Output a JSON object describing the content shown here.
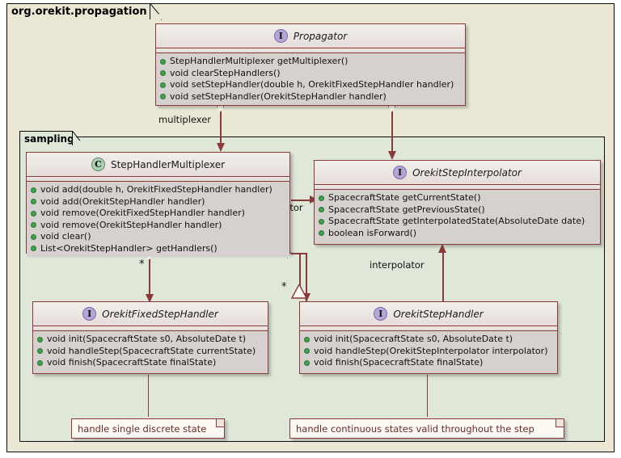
{
  "packages": {
    "outer": {
      "name": "org.orekit.propagation",
      "bg": "#EAE8D5"
    },
    "inner": {
      "name": "sampling",
      "bg": "#DFE7D9"
    }
  },
  "colors": {
    "node_border": "#8B3A3A",
    "node_body": "#D6D0CE",
    "node_header": "#EFEAE6",
    "interface_badge": "#B4A7D6",
    "class_badge": "#ADD1B2",
    "member_dot": "#3FA34D",
    "note_bg": "#FBF9F2",
    "note_text": "#6B2B2B",
    "connector": "#8B3A3A"
  },
  "nodes": [
    {
      "id": "propagator",
      "stereotype": "interface",
      "badge": "I",
      "name": "Propagator",
      "italic": true,
      "members": [
        "StepHandlerMultiplexer getMultiplexer()",
        "void clearStepHandlers()",
        "void setStepHandler(double h, OrekitFixedStepHandler handler)",
        "void setStepHandler(OrekitStepHandler handler)"
      ]
    },
    {
      "id": "stephandlermultiplexer",
      "stereotype": "class",
      "badge": "C",
      "name": "StepHandlerMultiplexer",
      "italic": false,
      "members": [
        "void add(double h, OrekitFixedStepHandler handler)",
        "void add(OrekitStepHandler handler)",
        "void remove(OrekitFixedStepHandler handler)",
        "void remove(OrekitStepHandler handler)",
        "void clear()",
        "List<OrekitStepHandler> getHandlers()"
      ]
    },
    {
      "id": "orekitstepinterpolator",
      "stereotype": "interface",
      "badge": "I",
      "name": "OrekitStepInterpolator",
      "italic": true,
      "members": [
        "SpacecraftState getCurrentState()",
        "SpacecraftState getPreviousState()",
        "SpacecraftState getInterpolatedState(AbsoluteDate date)",
        "boolean isForward()"
      ]
    },
    {
      "id": "orekitfixedstephandler",
      "stereotype": "interface",
      "badge": "I",
      "name": "OrekitFixedStepHandler",
      "italic": true,
      "members": [
        "void init(SpacecraftState s0, AbsoluteDate t)",
        "void handleStep(SpacecraftState currentState)",
        "void finish(SpacecraftState finalState)"
      ]
    },
    {
      "id": "orekitstephandler",
      "stereotype": "interface",
      "badge": "I",
      "name": "OrekitStepHandler",
      "italic": true,
      "members": [
        "void init(SpacecraftState s0, AbsoluteDate t)",
        "void handleStep(OrekitStepInterpolator interpolator)",
        "void finish(SpacecraftState finalState)"
      ]
    }
  ],
  "edge_labels": {
    "multiplexer": "multiplexer",
    "interpolator_left": "interpolator",
    "interpolator_right": "interpolator"
  },
  "multiplicities": {
    "fixed_star": "*",
    "handler_star": "*"
  },
  "notes": [
    {
      "id": "note-fixed",
      "text": "handle single discrete state"
    },
    {
      "id": "note-continuous",
      "text": "handle continuous states valid throughout the step"
    }
  ]
}
